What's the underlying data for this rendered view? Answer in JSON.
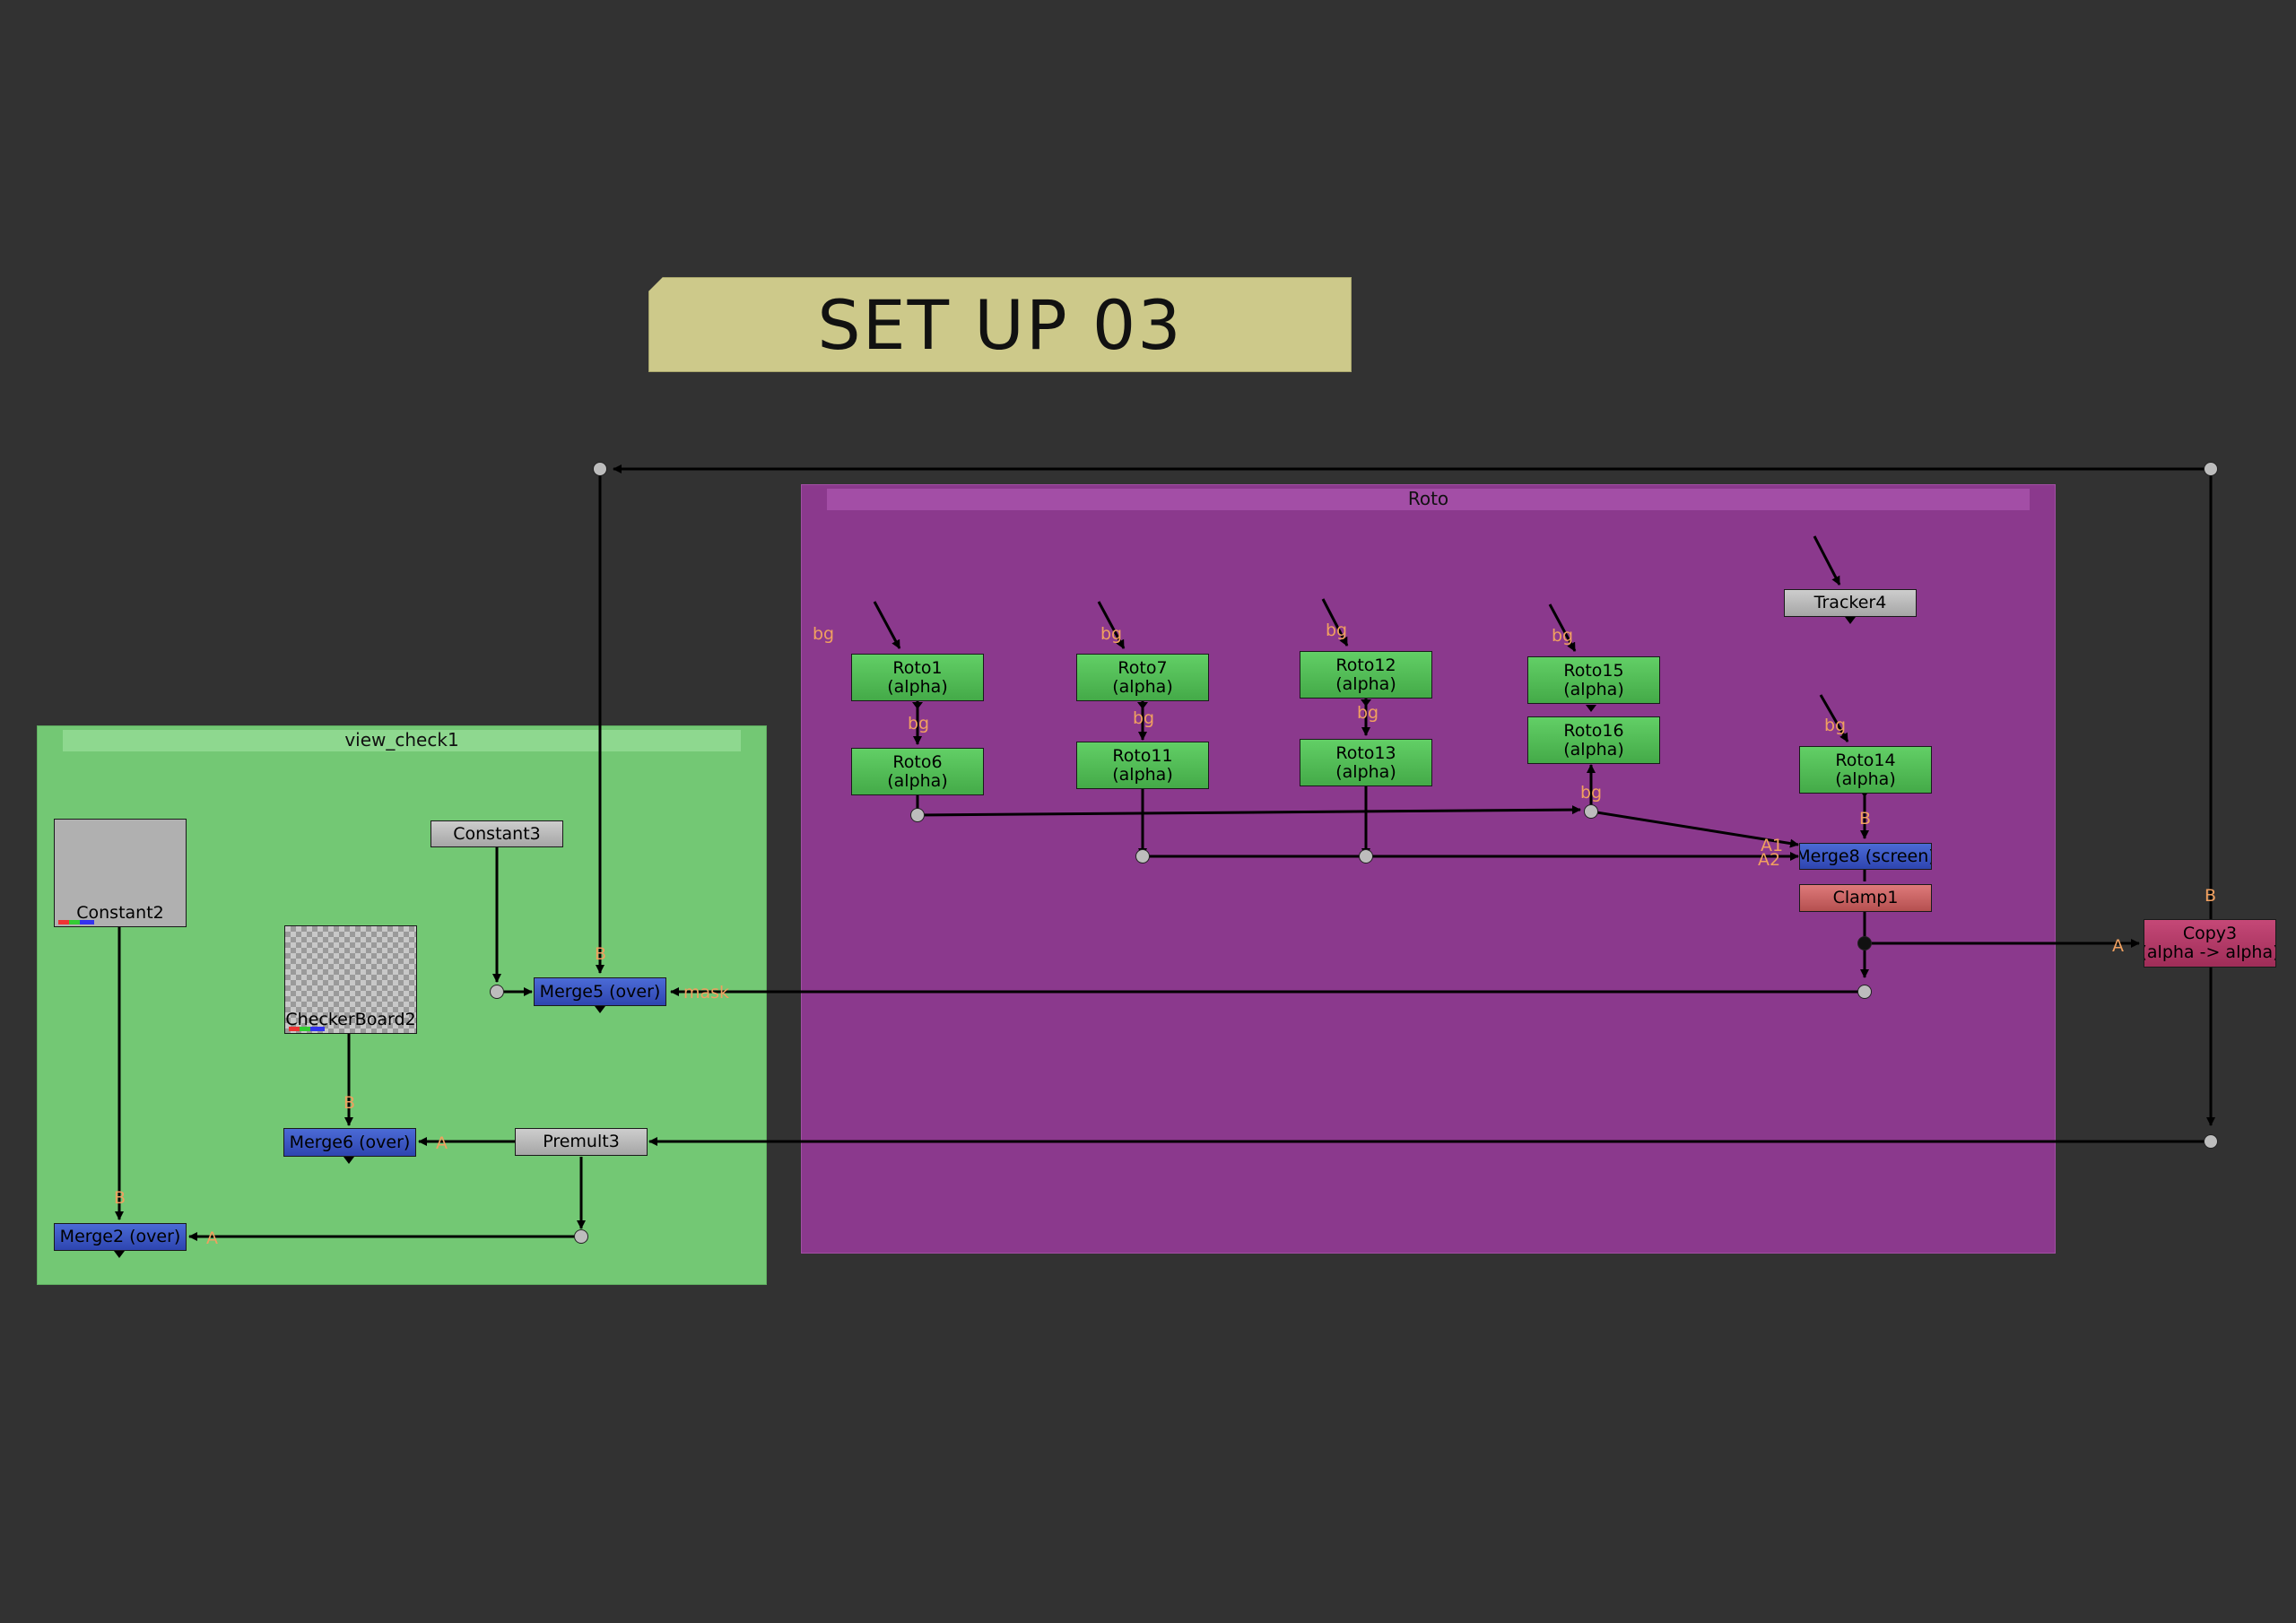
{
  "sticky": {
    "text": "SET UP 03",
    "color": "#cdc98a"
  },
  "backdrops": {
    "view_check": {
      "title": "view_check1",
      "color": "#73c874"
    },
    "roto": {
      "title": "Roto",
      "color": "#8b398d"
    }
  },
  "nodes": {
    "roto1": [
      "Roto1",
      "(alpha)"
    ],
    "roto6": [
      "Roto6",
      "(alpha)"
    ],
    "roto7": [
      "Roto7",
      "(alpha)"
    ],
    "roto11": [
      "Roto11",
      "(alpha)"
    ],
    "roto12": [
      "Roto12",
      "(alpha)"
    ],
    "roto13": [
      "Roto13",
      "(alpha)"
    ],
    "roto15": [
      "Roto15",
      "(alpha)"
    ],
    "roto16": [
      "Roto16",
      "(alpha)"
    ],
    "roto14": [
      "Roto14",
      "(alpha)"
    ],
    "tracker4": "Tracker4",
    "merge8": "Merge8 (screen)",
    "clamp1": "Clamp1",
    "copy3": [
      "Copy3",
      "(alpha -> alpha)"
    ],
    "constant2": "Constant2",
    "constant3": "Constant3",
    "checkerboard2": "CheckerBoard2",
    "merge5": "Merge5 (over)",
    "merge6": "Merge6 (over)",
    "premult3": "Premult3",
    "merge2": "Merge2 (over)"
  },
  "labels": {
    "bg": "bg",
    "b": "B",
    "a": "A",
    "a1": "A1",
    "a2": "A2",
    "mask": "mask"
  },
  "colors": {
    "roto": "#4fbf53",
    "merge": "#3a55c4",
    "tracker": "#b8b8b8",
    "clamp": "#c86464",
    "copy": "#b33a68",
    "pipe_label": "#f0a060"
  }
}
